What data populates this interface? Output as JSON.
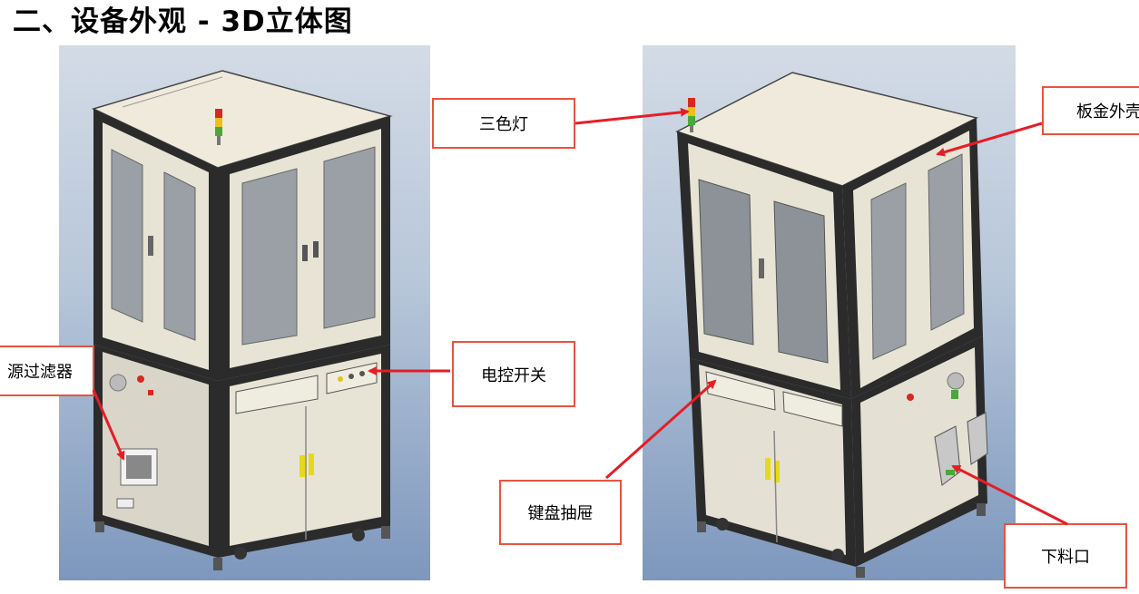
{
  "slide": {
    "title": "二、设备外观 - 3D立体图"
  },
  "callouts": {
    "left_filter": "源过滤器",
    "electric_switch": "电控开关",
    "tri_color_light": "三色灯",
    "sheet_metal_shell": "板金外壳",
    "keyboard_drawer": "键盘抽屉",
    "discharge_port": "下料口"
  },
  "colors": {
    "callout_border": "#e8533f",
    "arrow": "#e41e26",
    "frame": "#2b2b2b",
    "panel": "#e7e4d6",
    "window": "#9aa0a6",
    "handle_yellow": "#e8d81a"
  }
}
